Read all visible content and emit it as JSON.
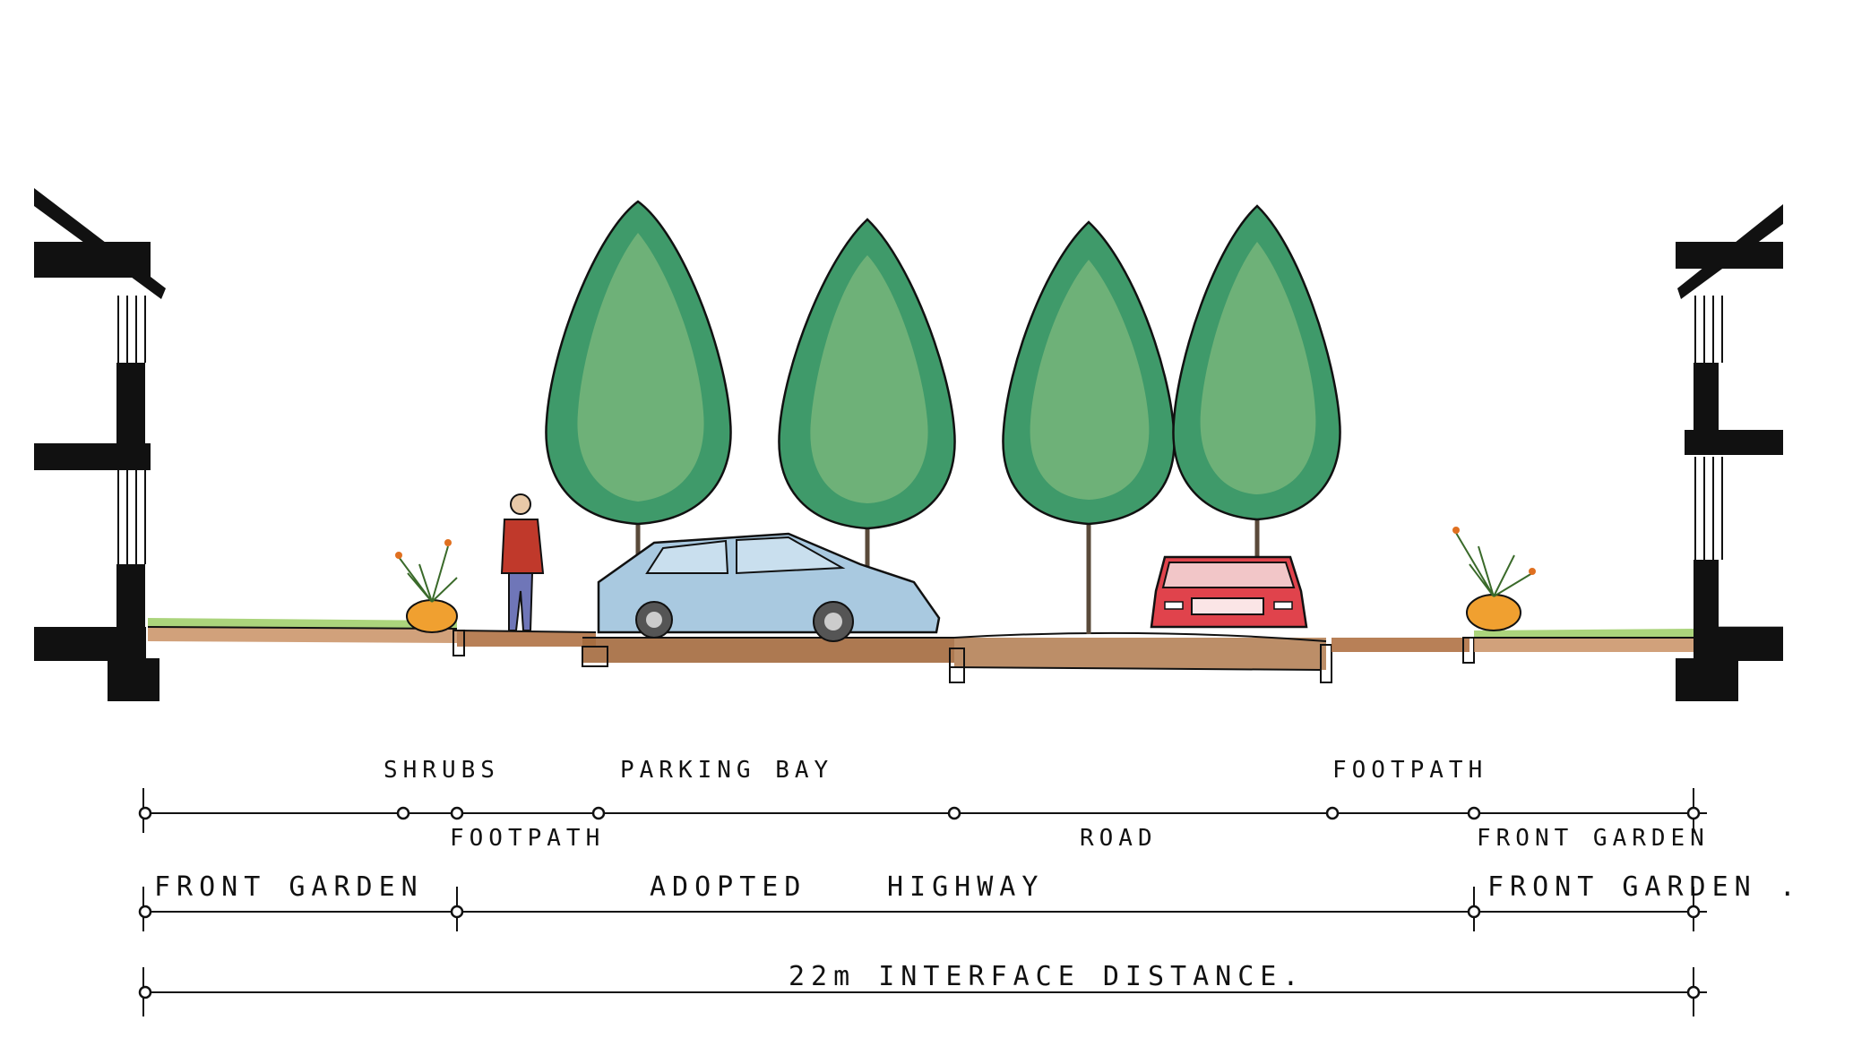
{
  "labels": {
    "shrubs": "SHRUBS",
    "parking_bay": "PARKING BAY",
    "footpath_right": "FOOTPATH",
    "footpath_left": "FOOTPATH",
    "road": "ROAD",
    "front_garden_right_top": "FRONT GARDEN",
    "front_garden_left": "FRONT GARDEN",
    "adopted": "ADOPTED",
    "highway": "HIGHWAY",
    "front_garden_right": "FRONT GARDEN .",
    "interface_distance": "22m INTERFACE DISTANCE."
  },
  "colors": {
    "ink": "#111111",
    "tree_green": "#3f9a6a",
    "tree_light": "#a8cf8a",
    "car_blue": "#a9c9e0",
    "car_red": "#e0434c",
    "soil": "#b87a4b",
    "grass": "#8bc34a",
    "shrub_orange": "#f0a030"
  },
  "icons": [
    "house-facade-left-icon",
    "house-facade-right-icon",
    "tree-icon",
    "person-icon",
    "car-icon",
    "shrub-icon"
  ]
}
